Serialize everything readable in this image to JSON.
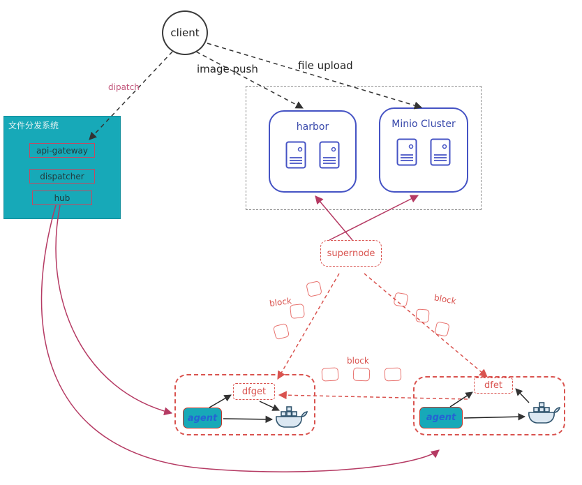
{
  "colors": {
    "teal": "#17a9b8",
    "blue_node": "#4553c4",
    "red_dashed": "#d9534f",
    "crimson_line": "#b53a63",
    "black_line": "#333333",
    "gray_dashed": "#8a8a8a"
  },
  "client": {
    "label": "client"
  },
  "edges": {
    "dipatch": "dipatch",
    "image_push": "image push",
    "file_upload": "file upload"
  },
  "dist_system": {
    "title": "文件分发系统",
    "items": [
      {
        "label": "api-gateway"
      },
      {
        "label": "dispatcher"
      },
      {
        "label": "hub"
      }
    ]
  },
  "registry": {
    "harbor": {
      "label": "harbor"
    },
    "minio": {
      "label": "Minio Cluster"
    }
  },
  "supernode": {
    "label": "supernode"
  },
  "blocks": {
    "left_label": "block",
    "right_label": "block",
    "center_label": "block"
  },
  "cluster_left": {
    "dfget": "dfget",
    "agent": "agent"
  },
  "cluster_right": {
    "dfet": "dfet",
    "agent": "agent"
  }
}
